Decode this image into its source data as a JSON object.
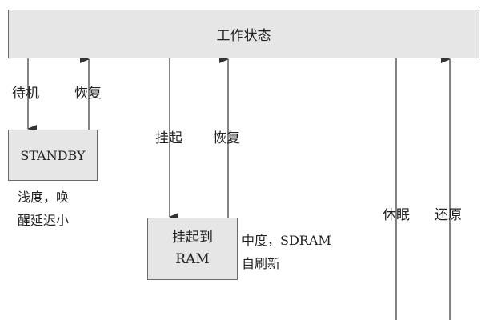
{
  "states": {
    "working": "工作状态",
    "standby": "STANDBY",
    "suspend_to_ram_line1": "挂起到",
    "suspend_to_ram_line2": "RAM"
  },
  "transitions": {
    "standby": "待机",
    "resume_from_standby": "恢复",
    "suspend": "挂起",
    "resume_from_suspend": "恢复",
    "hibernate": "休眠",
    "restore": "还原"
  },
  "notes": {
    "standby_line1": "浅度，唤",
    "standby_line2": "醒延迟小",
    "ram_line1": "中度，SDRAM",
    "ram_line2": "自刷新"
  },
  "colors": {
    "box_fill": "#e6e6e6",
    "line": "#333333"
  }
}
